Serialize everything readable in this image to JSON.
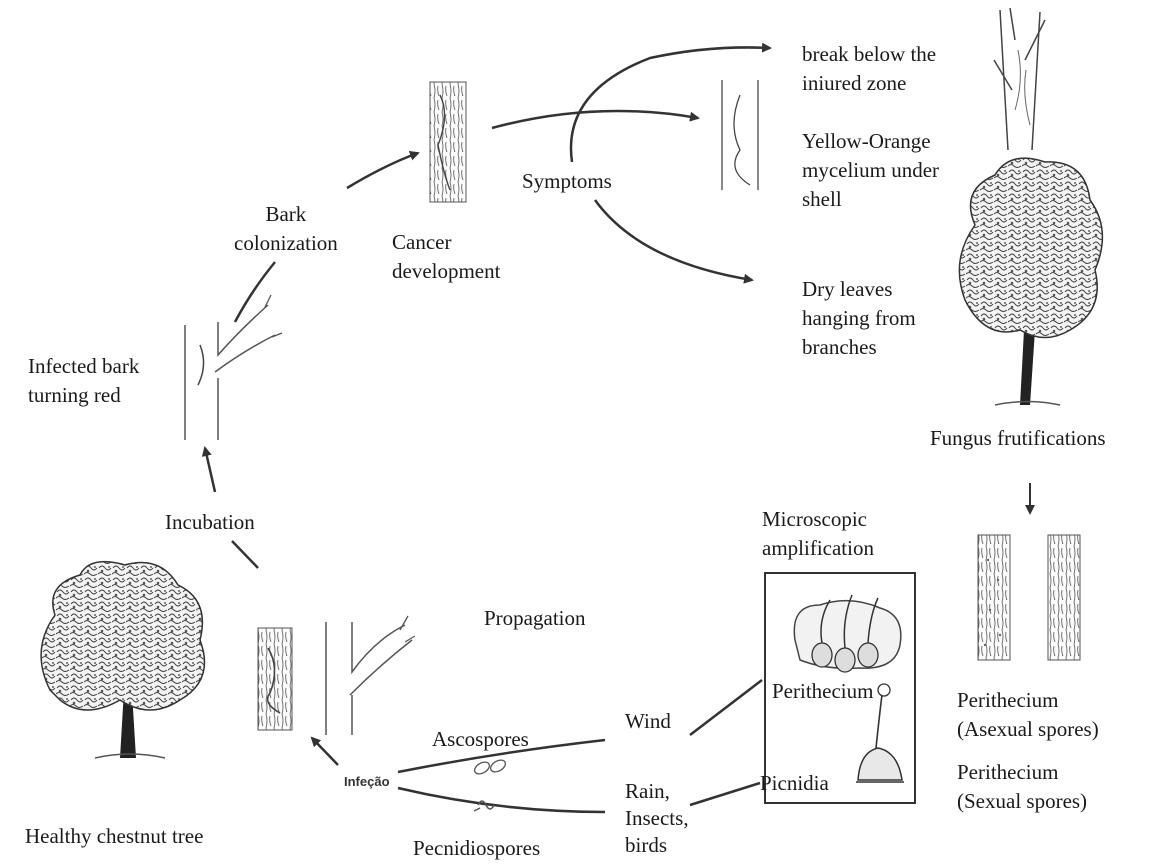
{
  "labels": {
    "break": [
      "break below the",
      "iniured zone"
    ],
    "yellow": [
      "Yellow-Orange",
      "mycelium under",
      "shell"
    ],
    "symptoms": "Symptoms",
    "bark_colonization": [
      "Bark",
      "colonization"
    ],
    "cancer_development": [
      "Cancer",
      "development"
    ],
    "dry_leaves": [
      "Dry leaves",
      "hanging from",
      "branches"
    ],
    "infected_bark": [
      "Infected bark",
      "turning red"
    ],
    "fungus_frutifications": "Fungus frutifications",
    "incubation": "Incubation",
    "microscopic": [
      "Microscopic",
      "amplification"
    ],
    "propagation": "Propagation",
    "perithecium_box": "Perithecium",
    "perithecium_asexual": [
      "Perithecium",
      "(Asexual spores)"
    ],
    "perithecium_sexual": [
      "Perithecium",
      "(Sexual spores)"
    ],
    "wind": "Wind",
    "ascospores": "Ascospores",
    "picnidia": "Picnidia",
    "rain": [
      "Rain,",
      "Insects,",
      "birds"
    ],
    "infecao": "Infeção",
    "healthy_tree": "Healthy chestnut tree",
    "pecnidiospores": "Pecnidiospores"
  },
  "colors": {
    "ink": "#333333",
    "text": "#1a1a1a",
    "background": "#ffffff"
  },
  "icons": [
    "healthy-tree-icon",
    "diseased-tree-icon",
    "bark-icon",
    "branch-icon",
    "spore-icon",
    "perithecium-icon",
    "picnidium-icon",
    "broken-trunk-icon"
  ]
}
